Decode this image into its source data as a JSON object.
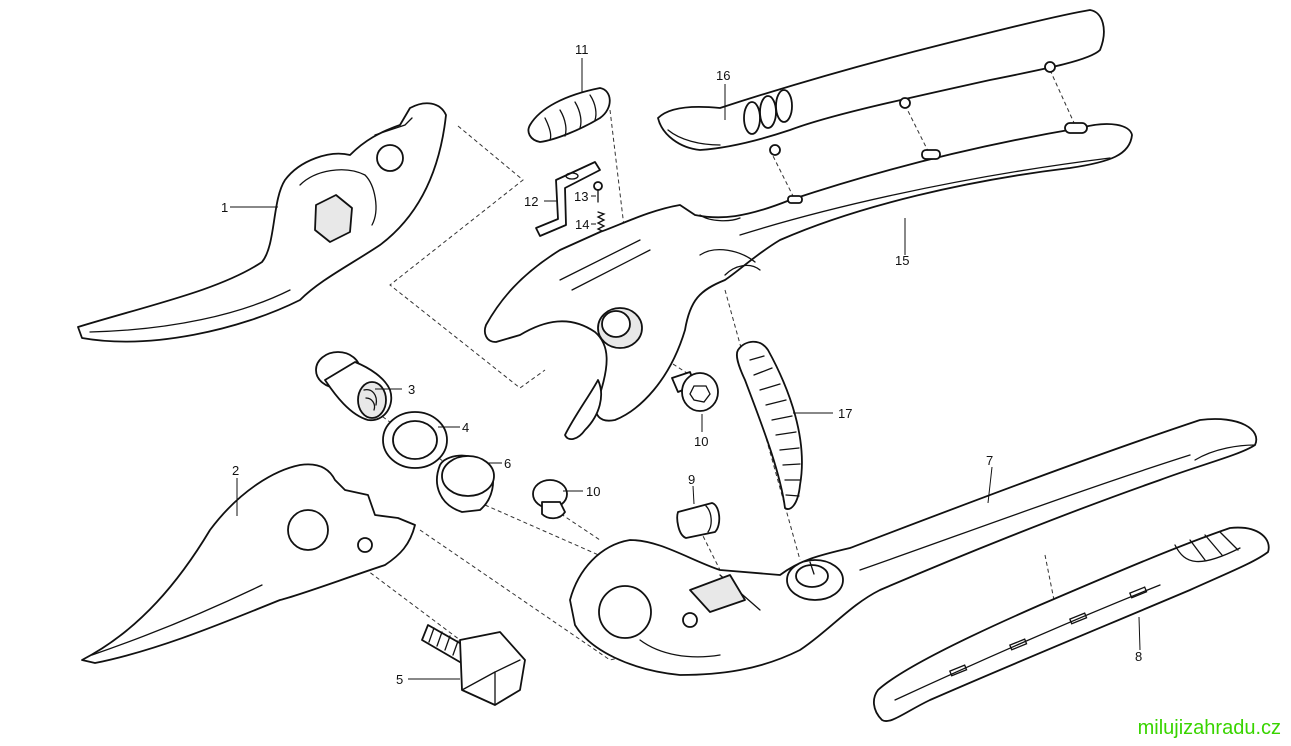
{
  "callouts": {
    "c1": "1",
    "c2": "2",
    "c3": "3",
    "c4": "4",
    "c5": "5",
    "c6": "6",
    "c7": "7",
    "c8": "8",
    "c9": "9",
    "c10a": "10",
    "c10b": "10",
    "c11": "11",
    "c12": "12",
    "c13": "13",
    "c14": "14",
    "c15": "15",
    "c16": "16",
    "c17": "17"
  },
  "watermark": "milujizahradu.cz",
  "colors": {
    "line": "#111111",
    "watermark": "#39d400"
  }
}
